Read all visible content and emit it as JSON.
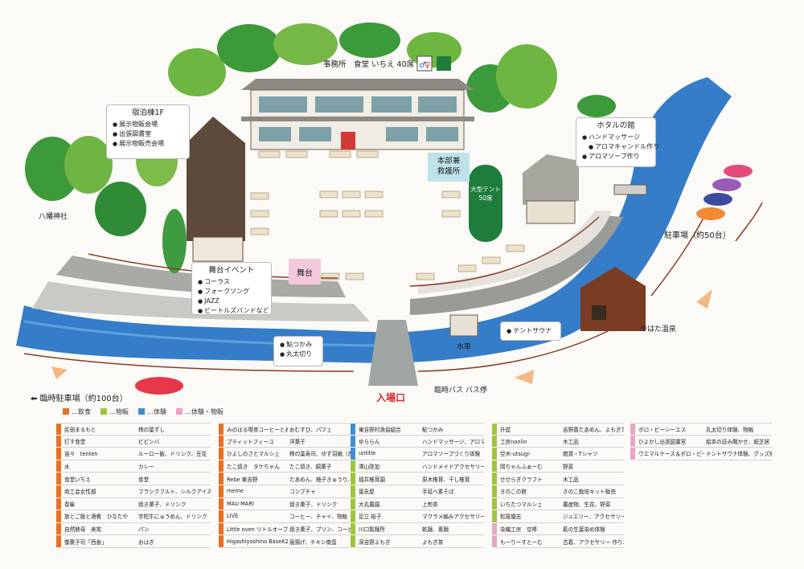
{
  "map": {
    "office_title": "事務所　食堂 いちえ 40席",
    "lodging": {
      "title": "宿泊棟1F",
      "items": [
        "展示物販会場",
        "出張図書室",
        "展示物販売会場"
      ]
    },
    "firefly": {
      "title": "ホタルの館",
      "items": [
        "ハンドマッサージ",
        "アロマキャンドル作り",
        "アロマソープ作り"
      ]
    },
    "stage_event": {
      "title": "舞台イベント",
      "items": [
        "コーラス",
        "フォークソング",
        "JAZZ",
        "ビートルズバンドなど"
      ]
    },
    "fishing": {
      "items": [
        "鮎つかみ",
        "丸太切り"
      ]
    },
    "tent_sauna": {
      "items": [
        "テントサウナ"
      ]
    },
    "labels": {
      "shrine": "八幡神社",
      "parking50": "駐車場（約50台）",
      "stage": "舞台",
      "hq": "本部兼\n救護所",
      "tent": "大型テント\n50席",
      "watermill": "水車",
      "onsen": "やはた温泉",
      "entrance": "入場口",
      "bus": "臨時バス バス停",
      "temp_parking": "臨時駐車場（約100台）"
    },
    "colors": {
      "orange": "#e87023",
      "green": "#9cc63e",
      "blue": "#3e8ed0",
      "pink": "#e8a6c2",
      "river": "#1f6fc2"
    }
  },
  "legend": [
    {
      "label": "…飲食",
      "color": "#e87023"
    },
    {
      "label": "…物販",
      "color": "#9cc63e"
    },
    {
      "label": "…体験",
      "color": "#3e8ed0"
    },
    {
      "label": "…体験・物販",
      "color": "#e8a6c2"
    }
  ],
  "vendors": [
    [
      {
        "name": "民宿まるもと",
        "product": "柿の葉ずし",
        "cat": "orange"
      },
      {
        "name": "灯す食堂",
        "product": "ビビンバ",
        "cat": "orange"
      },
      {
        "name": "宙々　tenten",
        "product": "ルーロー飯、ドリンク、豆花",
        "cat": "orange"
      },
      {
        "name": "水",
        "product": "カレー",
        "cat": "orange"
      },
      {
        "name": "食堂いちえ",
        "product": "食堂",
        "cat": "orange"
      },
      {
        "name": "商工会女性部",
        "product": "フランクフルト、シルクアイスクリーム、ドリンク",
        "cat": "orange"
      },
      {
        "name": "春柴",
        "product": "焼き菓子、ドリンク",
        "cat": "orange"
      },
      {
        "name": "旅とご飯と酒肴　ひなたや",
        "product": "宇陀牛にゅうめん、ドリンク",
        "cat": "orange"
      },
      {
        "name": "自然酵母　美笑",
        "product": "パン",
        "cat": "orange"
      },
      {
        "name": "御菓子司「西善」",
        "product": "おはぎ",
        "cat": "orange"
      }
    ],
    [
      {
        "name": "みのはる喫茶コーヒーとおむすびのお店",
        "product": "おむすび、パフェ",
        "cat": "orange"
      },
      {
        "name": "プティットフィーユ",
        "product": "洋菓子",
        "cat": "orange"
      },
      {
        "name": "ひよしのさとマルシェ",
        "product": "柿の葉寿司、ゆず羽箱（赤・黄）ゆずドレッシング、ゆず柚箱ドレッシング",
        "cat": "orange"
      },
      {
        "name": "たこ焼き　タケちゃん",
        "product": "たこ焼き、綿菓子",
        "cat": "orange"
      },
      {
        "name": "Rebe 東吉野",
        "product": "たあめん、柚子きゅうり、柚子ジャム",
        "cat": "orange"
      },
      {
        "name": "meme",
        "product": "コンブチャ",
        "cat": "orange"
      },
      {
        "name": "MAU MARI",
        "product": "焼き菓子、ドリンク",
        "cat": "orange"
      },
      {
        "name": "LIVE",
        "product": "コーヒー、チャイ、物販",
        "cat": "orange"
      },
      {
        "name": "Little oven リトルオーブン",
        "product": "焼き菓子、プリン、コーヒー",
        "cat": "orange"
      },
      {
        "name": "Higashiyoshino BaseK2",
        "product": "唐揚げ、チキン南蛮",
        "cat": "orange"
      }
    ],
    [
      {
        "name": "東吉野村漁協組合",
        "product": "鮎つかみ",
        "cat": "blue"
      },
      {
        "name": "ゆららん",
        "product": "ハンドマッサージ、アロマキャンドル作り",
        "cat": "blue"
      },
      {
        "name": "untitle",
        "product": "アロマソープづくり体験",
        "cat": "blue"
      },
      {
        "name": "澤山弥加",
        "product": "ハンドメイドアクセサリー",
        "cat": "green"
      },
      {
        "name": "福井椎茸園",
        "product": "原木椎茸、干し椎茸",
        "cat": "green"
      },
      {
        "name": "冨永屋",
        "product": "手延べ素そば",
        "cat": "green"
      },
      {
        "name": "大丸農園",
        "product": "上煎茶",
        "cat": "green"
      },
      {
        "name": "足立 裕子",
        "product": "マクラメ編みアクセサリー",
        "cat": "green"
      },
      {
        "name": "川口製麺所",
        "product": "乾麺、素麺",
        "cat": "green"
      },
      {
        "name": "深吉野よもぎ",
        "product": "よもぎ茶",
        "cat": "green"
      }
    ],
    [
      {
        "name": "升屋",
        "product": "吉野葛たあめん、よもぎたあめん",
        "cat": "green"
      },
      {
        "name": "工房nonlin",
        "product": "木工品",
        "cat": "green"
      },
      {
        "name": "空木-utsugi-",
        "product": "雑貨・Tシャツ",
        "cat": "green"
      },
      {
        "name": "岡ちゃんふぁーむ",
        "product": "野菜",
        "cat": "green"
      },
      {
        "name": "せせらぎクラフト",
        "product": "木工品",
        "cat": "green"
      },
      {
        "name": "きのこの館",
        "product": "きのこ栽培キット販売",
        "cat": "green"
      },
      {
        "name": "いちたつマルシェ",
        "product": "農産物、生花、野菜",
        "cat": "green"
      },
      {
        "name": "松尾優志",
        "product": "ジュエリー、アクセサリー",
        "cat": "green"
      },
      {
        "name": "染織工房　空棒",
        "product": "藍の生葉染め体験",
        "cat": "pink"
      },
      {
        "name": "もーりーすとーむ",
        "product": "古着、アクセサリー 作り、 販売",
        "cat": "pink"
      }
    ],
    [
      {
        "name": "ポロ・ピーシーエス",
        "product": "丸太切り体験、物販",
        "cat": "pink"
      },
      {
        "name": "ひよかし出張図書室",
        "product": "絵本の読み聞かせ、紙芝居",
        "cat": "pink"
      },
      {
        "name": "ウエマルケース＆ポロ・ピーシーエス",
        "product": "テントサウナ体験、グッズ販売",
        "cat": "pink"
      }
    ]
  ]
}
